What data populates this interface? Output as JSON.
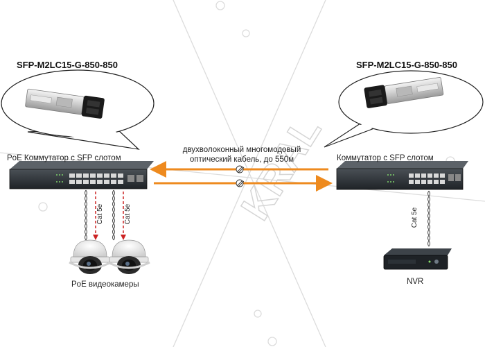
{
  "labels": {
    "left_model": "SFP-M2LC15-G-850-850",
    "right_model": "SFP-M2LC15-G-850-850",
    "left_switch": "PoE Коммутатор с SFP слотом",
    "right_switch": "Коммутатор с SFP слотом",
    "fiber_line1": "двухволоконный многомодовый",
    "fiber_line2": "оптический кабель, до 550м",
    "cable_a": "Cat 5e",
    "cable_b": "Cat 5e",
    "cable_c": "Cat 5e",
    "cameras": "PoE видеокамеры",
    "recorder": "NVR"
  },
  "colors": {
    "fiber_arrow": "#ee8a1e",
    "poe_arrow": "#cc2222",
    "switch_body": "#2e3338",
    "watermark": "#d9d9d9"
  }
}
